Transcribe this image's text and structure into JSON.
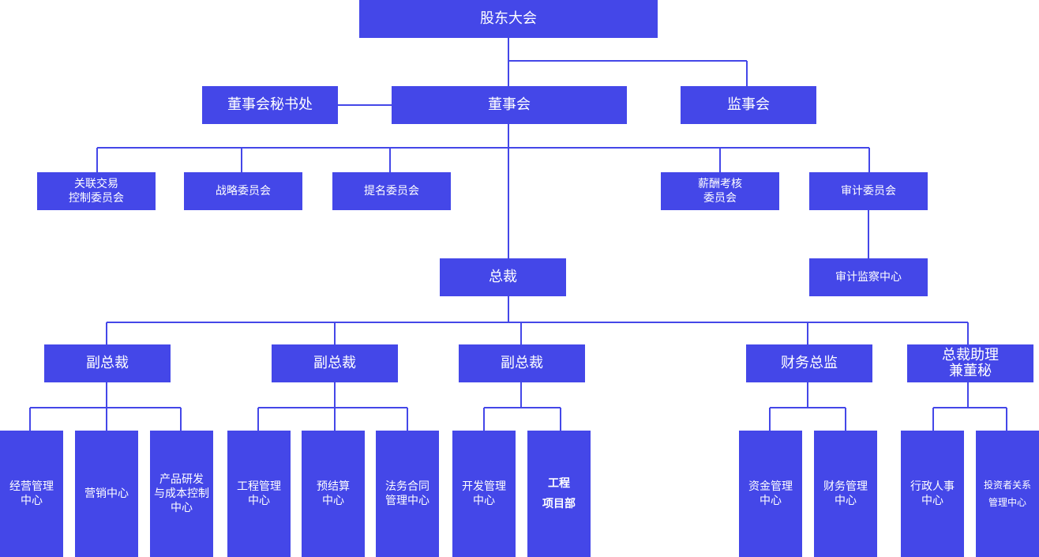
{
  "colors": {
    "box": "#4447e8",
    "line": "#4447e8",
    "text": "#ffffff"
  },
  "org": {
    "shareholders": "股东大会",
    "board_secretariat": "董事会秘书处",
    "board": "董事会",
    "supervisory_board": "监事会",
    "committees": {
      "related_transactions": "关联交易\n控制委员会",
      "strategy": "战略委员会",
      "nomination": "提名委员会",
      "remuneration": "薪酬考核\n委员会",
      "audit": "审计委员会"
    },
    "audit_center": "审计监察中心",
    "president": "总裁",
    "vp1": {
      "title": "副总裁",
      "units": [
        "经营管理\n中心",
        "营销中心",
        "产品研发\n与成本控制\n中心"
      ]
    },
    "vp2": {
      "title": "副总裁",
      "units": [
        "工程管理\n中心",
        "预结算\n中心",
        "法务合同\n管理中心"
      ]
    },
    "vp3": {
      "title": "副总裁",
      "units": [
        "开发管理\n中心",
        "工程\n项目部"
      ]
    },
    "cfo": {
      "title": "财务总监",
      "units": [
        "资金管理\n中心",
        "财务管理\n中心"
      ]
    },
    "assistant": {
      "title": "总裁助理\n兼董秘",
      "units": [
        "行政人事\n中心",
        "投资者关系\n管理中心"
      ]
    }
  }
}
